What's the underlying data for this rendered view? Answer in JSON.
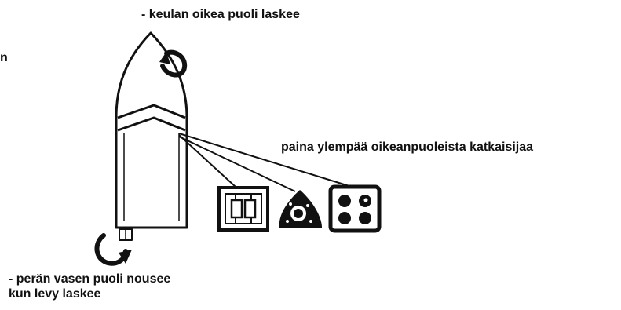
{
  "labels": {
    "bow_right_side": "- keulan oikea puoli laskee",
    "instruction": "paina ylempää oikeanpuoleista katkaisijaa",
    "stern_left_side_line1": "- perän vasen puoli nousee",
    "stern_left_side_line2": "kun levy laskee",
    "edge_fragment": "n"
  },
  "colors": {
    "ink": "#111111",
    "background": "#ffffff"
  },
  "icons": [
    "bow-rotation-arrow-icon",
    "stern-rotation-arrow-icon",
    "trim-tab-switch-icon",
    "triangle-dial-icon",
    "four-button-switch-icon"
  ]
}
